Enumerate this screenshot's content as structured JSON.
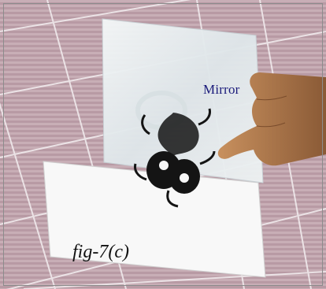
{
  "figure": {
    "mirror_label": "Mirror",
    "caption": "fig-7(c)"
  },
  "colors": {
    "floor": "#b89aa4",
    "floor_lines": "#ffffff",
    "paper": "#f7f7f7",
    "mirror": "#e4ecef",
    "symbol": "#141414",
    "label": "#1a1a7a"
  },
  "icons": {
    "symbol": "swirl-symbol",
    "hand": "pointing-hand"
  }
}
